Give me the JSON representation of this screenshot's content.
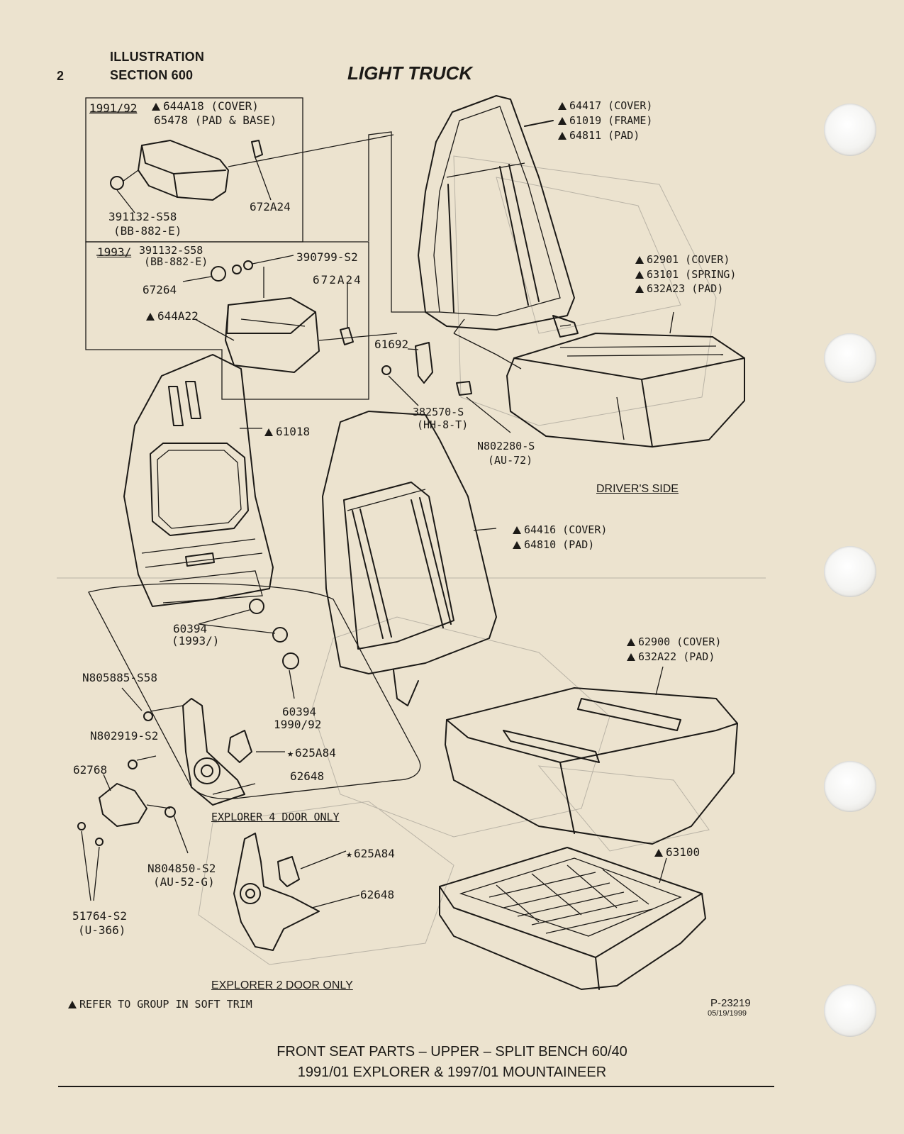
{
  "header": {
    "page_number": "2",
    "illustration_label": "ILLUSTRATION",
    "section_label": "SECTION 600",
    "title": "LIGHT TRUCK"
  },
  "inset": {
    "year_1991_92": "1991/92",
    "year_1993": "1993/"
  },
  "callouts": {
    "c644A18": "644A18 (COVER)",
    "c65478": "65478 (PAD & BASE)",
    "c672A24_top": "672A24",
    "c391132_top": "391132-S58",
    "cBB882E_top": "(BB-882-E)",
    "c391132_mid": "391132-S58",
    "cBB882E_mid": "(BB-882-E)",
    "c390799": "390799-S2",
    "c672A24_mid": "672A24",
    "c67264": "67264",
    "c644A22": "644A22",
    "c64417": "64417 (COVER)",
    "c61019": "61019 (FRAME)",
    "c64811": "64811 (PAD)",
    "c62901": "62901 (COVER)",
    "c63101": "63101 (SPRING)",
    "c632A23": "632A23 (PAD)",
    "c61692": "61692",
    "c382570": "382570-S",
    "cHH8T": "(HH-8-T)",
    "cN802280": "N802280-S",
    "cAU72": "(AU-72)",
    "c61018": "61018",
    "drivers_side": "DRIVER'S SIDE",
    "c64416": "64416 (COVER)",
    "c64810": "64810 (PAD)",
    "c60394_a": "60394",
    "c1993": "(1993/)",
    "c62900": "62900 (COVER)",
    "c632A22": "632A22 (PAD)",
    "cN805885": "N805885-S58",
    "c60394_b": "60394",
    "c1990_92": "1990/92",
    "cN802919": "N802919-S2",
    "c625A84_a": "625A84",
    "c62768": "62768",
    "c62648_a": "62648",
    "explorer4": "EXPLORER 4 DOOR ONLY",
    "c63100": "63100",
    "cN804850": "N804850-S2",
    "cAU52G": "(AU-52-G)",
    "c625A84_b": "625A84",
    "c62648_b": "62648",
    "c51764": "51764-S2",
    "cU366": "(U-366)",
    "explorer2": "EXPLORER 2 DOOR ONLY"
  },
  "footer": {
    "note": "REFER TO GROUP IN SOFT TRIM",
    "part_ref": "P-23219",
    "date": "05/19/1999",
    "caption_line1": "FRONT SEAT PARTS – UPPER – SPLIT BENCH 60/40",
    "caption_line2": "1991/01 EXPLORER & 1997/01 MOUNTAINEER"
  }
}
